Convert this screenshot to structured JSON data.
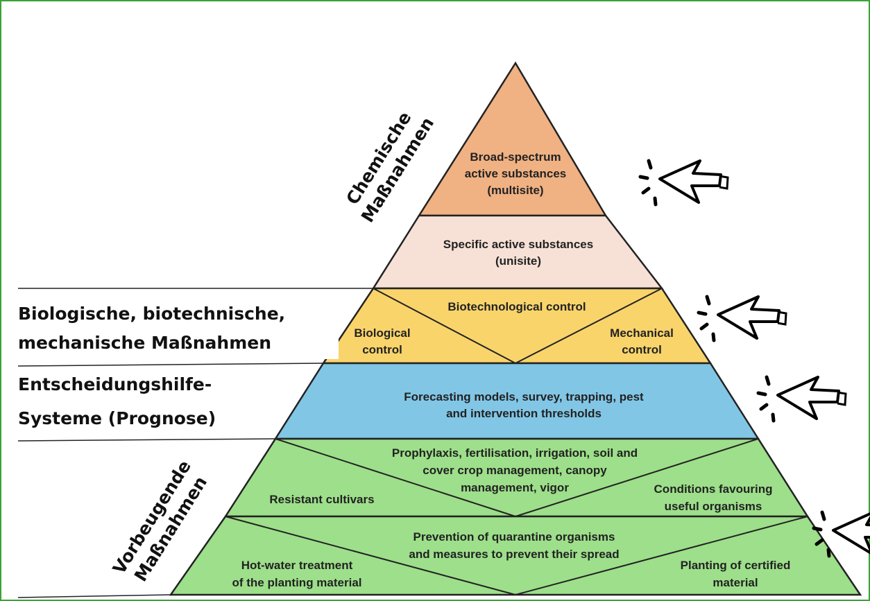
{
  "colors": {
    "frame": "#3aa335",
    "top_tier": "#f0b183",
    "second_tier": "#f7e1d6",
    "third_tier": "#f9d46b",
    "fourth_tier": "#82c6e6",
    "base_tiers": "#9ddf8a"
  },
  "diagram": {
    "slanted_labels": {
      "chemical": [
        "Chemische",
        "Maßnahmen"
      ],
      "preventive": [
        "Vorbeugende",
        "Maßnahmen"
      ]
    },
    "side_labels": {
      "biological": [
        "Biologische, biotechnische,",
        "mechanische Maßnahmen"
      ],
      "decision": [
        "Entscheidungshilfe-",
        "Systeme (Prognose)"
      ]
    },
    "tiers": {
      "broad_spectrum": [
        "Broad-spectrum",
        "active substances",
        "(multisite)"
      ],
      "specific": [
        "Specific active substances",
        "(unisite)"
      ],
      "biotechnological": "Biotechnological control",
      "biological": [
        "Biological",
        "control"
      ],
      "mechanical": [
        "Mechanical",
        "control"
      ],
      "forecasting": [
        "Forecasting models, survey, trapping, pest",
        "and intervention thresholds"
      ],
      "prophylaxis": [
        "Prophylaxis, fertilisation, irrigation, soil and",
        "cover crop management, canopy",
        "management, vigor"
      ],
      "resistant": "Resistant cultivars",
      "useful_organisms": [
        "Conditions favouring",
        "useful organisms"
      ],
      "quarantine": [
        "Prevention of quarantine organisms",
        "and measures to prevent their spread"
      ],
      "hot_water": [
        "Hot-water treatment",
        "of the planting material"
      ],
      "certified": [
        "Planting of certified",
        "material"
      ]
    },
    "pointer_icons": [
      "cursor-click-icon",
      "cursor-click-icon",
      "cursor-click-icon",
      "cursor-click-icon"
    ]
  }
}
